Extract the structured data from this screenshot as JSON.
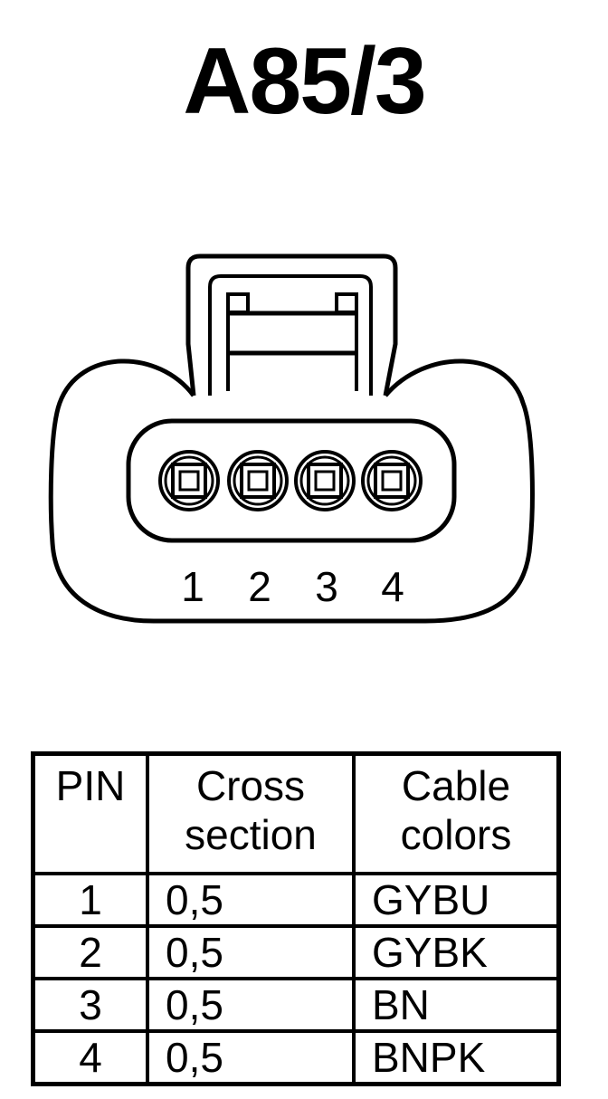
{
  "title": "A85/3",
  "connector": {
    "pin_numbers": [
      "1",
      "2",
      "3",
      "4"
    ]
  },
  "table": {
    "headers": {
      "pin": "PIN",
      "cross_line1": "Cross",
      "cross_line2": "section",
      "cable_line1": "Cable",
      "cable_line2": "colors"
    },
    "rows": [
      {
        "pin": "1",
        "cross": "0,5",
        "color": "GYBU"
      },
      {
        "pin": "2",
        "cross": "0,5",
        "color": "GYBK"
      },
      {
        "pin": "3",
        "cross": "0,5",
        "color": "BN"
      },
      {
        "pin": "4",
        "cross": "0,5",
        "color": "BNPK"
      }
    ]
  }
}
